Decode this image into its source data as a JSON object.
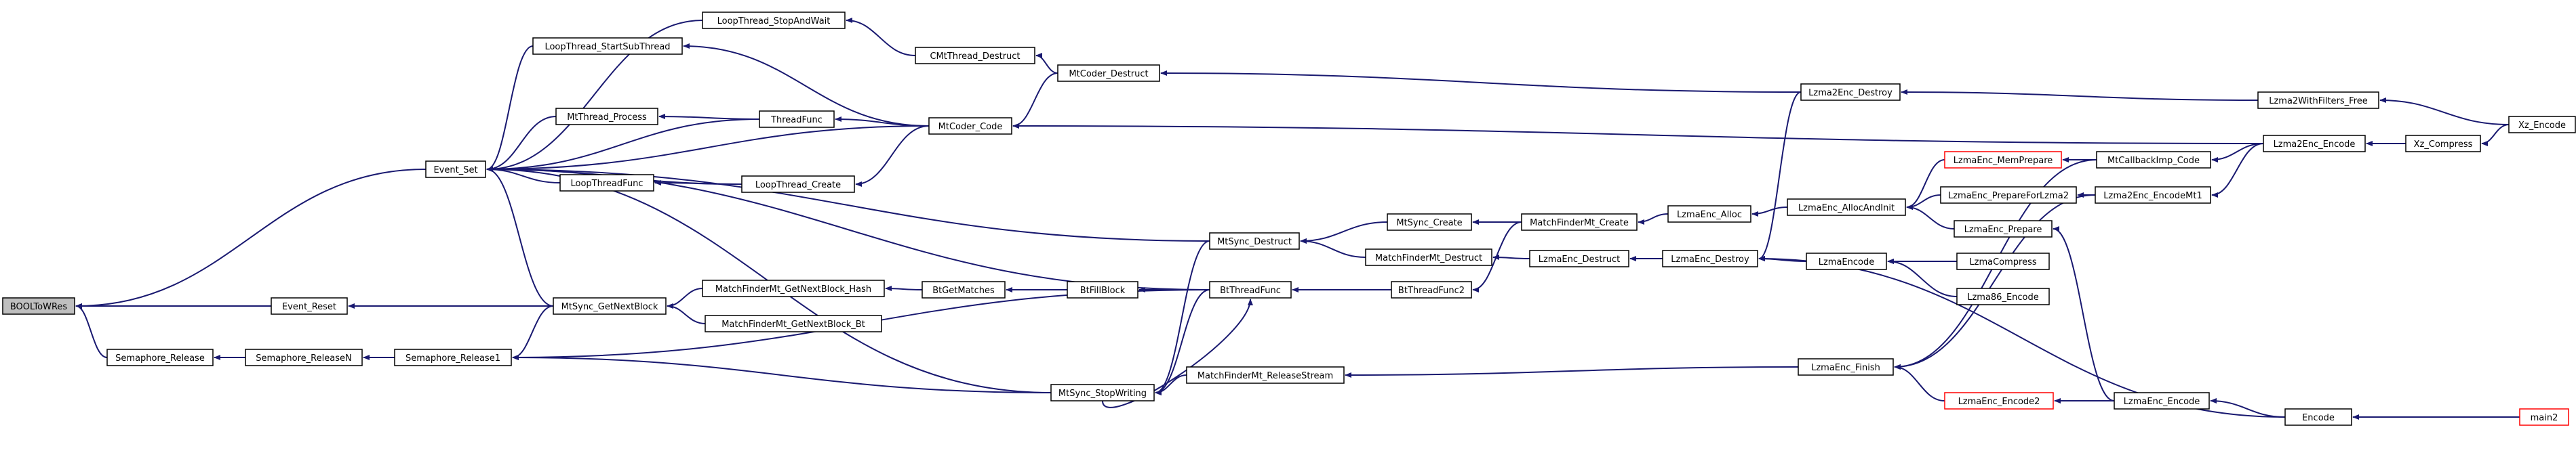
{
  "colors": {
    "edge": "#191970",
    "node_border": "#000000",
    "node_border_incomplete": "#ff0000",
    "root_fill": "#bfbfbf"
  },
  "nodes": {
    "BOOLToWRes": "BOOLToWRes",
    "Event_Set": "Event_Set",
    "Event_Reset": "Event_Reset",
    "Semaphore_Release": "Semaphore_Release",
    "Semaphore_ReleaseN": "Semaphore_ReleaseN",
    "Semaphore_Release1": "Semaphore_Release1",
    "LoopThread_StopAndWait": "LoopThread_StopAndWait",
    "LoopThread_StartSubThread": "LoopThread_StartSubThread",
    "MtThread_Process": "MtThread_Process",
    "LoopThreadFunc": "LoopThreadFunc",
    "CMtThread_Destruct": "CMtThread_Destruct",
    "ThreadFunc": "ThreadFunc",
    "LoopThread_Create": "LoopThread_Create",
    "MtCoder_Destruct": "MtCoder_Destruct",
    "MtCoder_Code": "MtCoder_Code",
    "MtSync_GetNextBlock": "MtSync_GetNextBlock",
    "MatchFinderMt_GetNextBlock_Hash": "MatchFinderMt_GetNextBlock_Hash",
    "MatchFinderMt_GetNextBlock_Bt": "MatchFinderMt_GetNextBlock_Bt",
    "BtGetMatches": "BtGetMatches",
    "BtFillBlock": "BtFillBlock",
    "BtThreadFunc": "BtThreadFunc",
    "MtSync_Destruct": "MtSync_Destruct",
    "MtSync_StopWriting": "MtSync_StopWriting",
    "MtSync_Create": "MtSync_Create",
    "MatchFinderMt_Destruct": "MatchFinderMt_Destruct",
    "BtThreadFunc2": "BtThreadFunc2",
    "MatchFinderMt_ReleaseStream": "MatchFinderMt_ReleaseStream",
    "MatchFinderMt_Create": "MatchFinderMt_Create",
    "LzmaEnc_Destruct": "LzmaEnc_Destruct",
    "LzmaEnc_Alloc": "LzmaEnc_Alloc",
    "LzmaEnc_Destroy": "LzmaEnc_Destroy",
    "Lzma2Enc_Destroy": "Lzma2Enc_Destroy",
    "LzmaEnc_AllocAndInit": "LzmaEnc_AllocAndInit",
    "LzmaEncode": "LzmaEncode",
    "LzmaEnc_Finish": "LzmaEnc_Finish",
    "LzmaEnc_MemPrepare": "LzmaEnc_MemPrepare",
    "LzmaEnc_PrepareForLzma2": "LzmaEnc_PrepareForLzma2",
    "LzmaEnc_Prepare": "LzmaEnc_Prepare",
    "LzmaCompress": "LzmaCompress",
    "Lzma86_Encode": "Lzma86_Encode",
    "LzmaEnc_Encode2": "LzmaEnc_Encode2",
    "MtCallbackImp_Code": "MtCallbackImp_Code",
    "Lzma2Enc_EncodeMt1": "Lzma2Enc_EncodeMt1",
    "LzmaEnc_Encode": "LzmaEnc_Encode",
    "Lzma2WithFilters_Free": "Lzma2WithFilters_Free",
    "Lzma2Enc_Encode": "Lzma2Enc_Encode",
    "Encode": "Encode",
    "Xz_Compress": "Xz_Compress",
    "main2": "main2",
    "Xz_Encode": "Xz_Encode"
  }
}
